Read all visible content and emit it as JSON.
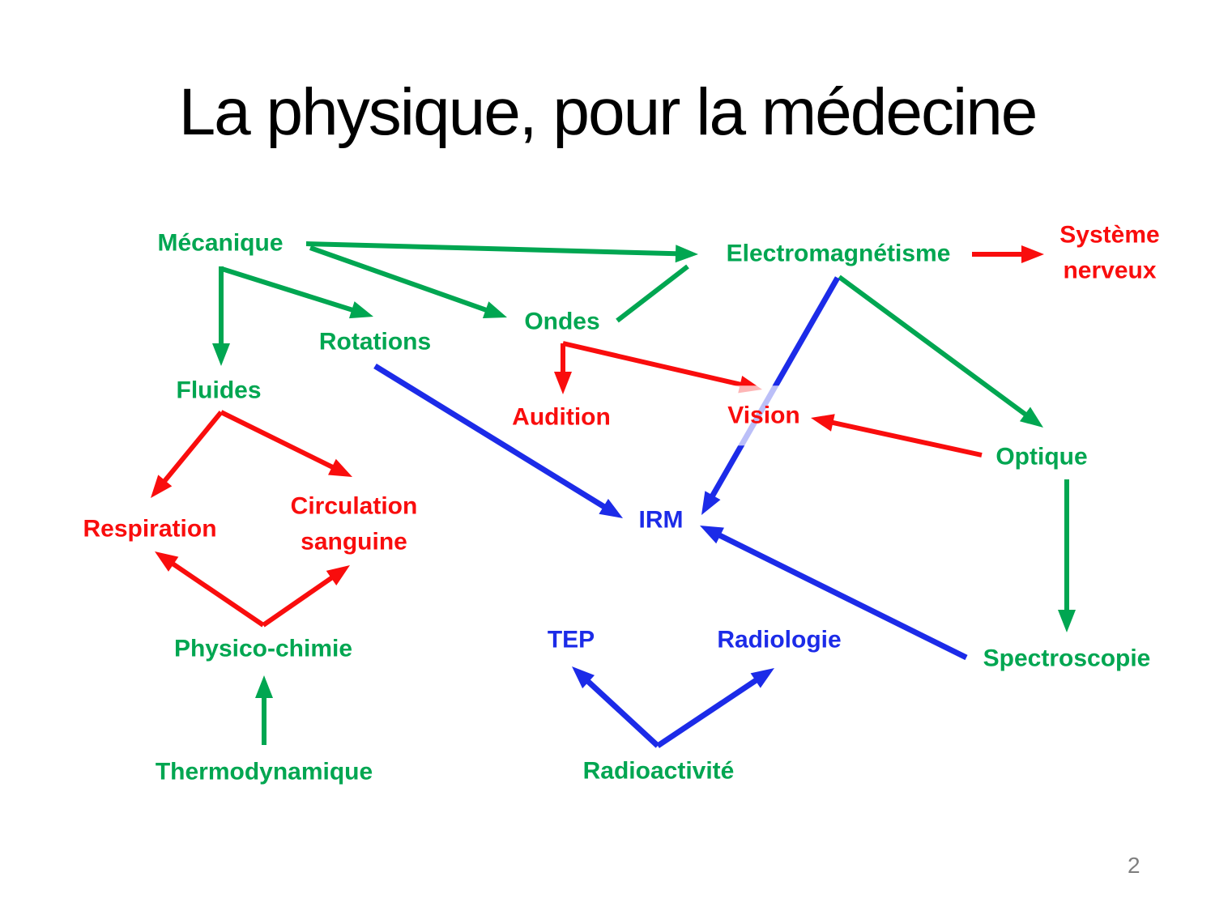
{
  "title": "La physique, pour la médecine",
  "page_number": "2",
  "palette": {
    "green": "#00A651",
    "red": "#F90D0D",
    "blue": "#1C2BE8",
    "title_color": "#000000",
    "page_number_color": "#7F7F7F"
  },
  "nodes": {
    "mecanique": {
      "label": "Mécanique",
      "color": "green"
    },
    "electromagnetisme": {
      "label": "Electromagnétisme",
      "color": "green"
    },
    "systeme_nerveux": {
      "label": "Système\nnerveux",
      "color": "red"
    },
    "ondes": {
      "label": "Ondes",
      "color": "green"
    },
    "rotations": {
      "label": "Rotations",
      "color": "green"
    },
    "fluides": {
      "label": "Fluides",
      "color": "green"
    },
    "audition": {
      "label": "Audition",
      "color": "red"
    },
    "vision": {
      "label": "Vision",
      "color": "red"
    },
    "optique": {
      "label": "Optique",
      "color": "green"
    },
    "respiration": {
      "label": "Respiration",
      "color": "red"
    },
    "circulation_sanguine": {
      "label": "Circulation\nsanguine",
      "color": "red"
    },
    "irm": {
      "label": "IRM",
      "color": "blue"
    },
    "physico_chimie": {
      "label": "Physico-chimie",
      "color": "green"
    },
    "tep": {
      "label": "TEP",
      "color": "blue"
    },
    "radiologie": {
      "label": "Radiologie",
      "color": "blue"
    },
    "spectroscopie": {
      "label": "Spectroscopie",
      "color": "green"
    },
    "thermodynamique": {
      "label": "Thermodynamique",
      "color": "green"
    },
    "radioactivite": {
      "label": "Radioactivité",
      "color": "green"
    }
  },
  "edges": [
    {
      "from": "mecanique",
      "to": "electromagnetisme",
      "color": "green",
      "head": true
    },
    {
      "from": "mecanique",
      "to": "fluides",
      "color": "green",
      "head": true
    },
    {
      "from": "mecanique",
      "to": "rotations",
      "color": "green",
      "head": true
    },
    {
      "from": "mecanique",
      "to": "ondes",
      "color": "green",
      "head": true
    },
    {
      "from": "ondes",
      "to": "electromagnetisme",
      "color": "green",
      "head": false
    },
    {
      "from": "electromagnetisme",
      "to": "systeme_nerveux",
      "color": "red",
      "head": true
    },
    {
      "from": "ondes",
      "to": "audition",
      "color": "red",
      "head": true
    },
    {
      "from": "ondes",
      "to": "vision",
      "color": "red",
      "head": true
    },
    {
      "from": "optique",
      "to": "vision",
      "color": "red",
      "head": true
    },
    {
      "from": "electromagnetisme",
      "to": "optique",
      "color": "green",
      "head": true
    },
    {
      "from": "optique",
      "to": "spectroscopie",
      "color": "green",
      "head": true
    },
    {
      "from": "electromagnetisme",
      "to": "irm",
      "color": "blue",
      "head": true
    },
    {
      "from": "rotations",
      "to": "irm",
      "color": "blue",
      "head": true
    },
    {
      "from": "spectroscopie",
      "to": "irm",
      "color": "blue",
      "head": true
    },
    {
      "from": "fluides",
      "to": "respiration",
      "color": "red",
      "head": true
    },
    {
      "from": "fluides",
      "to": "circulation_sanguine",
      "color": "red",
      "head": true
    },
    {
      "from": "physico_chimie",
      "to": "respiration",
      "color": "red",
      "head": true
    },
    {
      "from": "physico_chimie",
      "to": "circulation_sanguine",
      "color": "red",
      "head": true
    },
    {
      "from": "thermodynamique",
      "to": "physico_chimie",
      "color": "green",
      "head": true
    },
    {
      "from": "radioactivite",
      "to": "tep",
      "color": "blue",
      "head": true
    },
    {
      "from": "radioactivite",
      "to": "radiologie",
      "color": "blue",
      "head": true
    }
  ]
}
